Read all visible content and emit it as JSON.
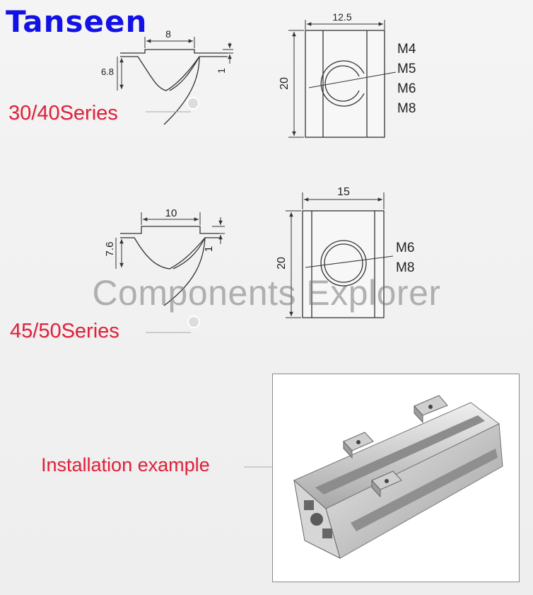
{
  "brand": "Tanseen",
  "watermark": "Components Explorer",
  "series_40": {
    "label": "30/40Series",
    "profile": {
      "top_width": "8",
      "height": "6.8",
      "lip": "1"
    },
    "nut": {
      "width": "12.5",
      "height": "20",
      "threads": [
        "M4",
        "M5",
        "M6",
        "M8"
      ]
    }
  },
  "series_50": {
    "label": "45/50Series",
    "profile": {
      "top_width": "10",
      "height": "7.6",
      "lip": "1"
    },
    "nut": {
      "width": "15",
      "height": "20",
      "threads": [
        "M6",
        "M8"
      ]
    }
  },
  "installation": {
    "label": "Installation example"
  },
  "colors": {
    "brand": "#1212e6",
    "accent": "#e0203a",
    "line": "#333333"
  }
}
